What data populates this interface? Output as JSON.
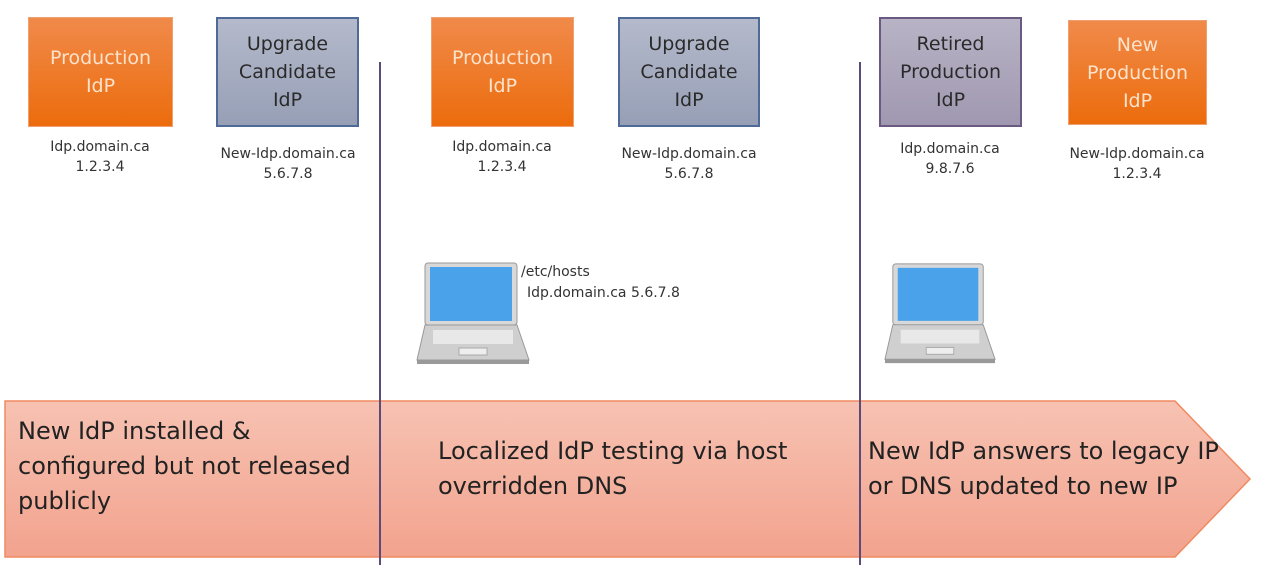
{
  "stages": [
    {
      "boxes": [
        {
          "label": "Production IdP",
          "host": "Idp.domain.ca",
          "ip": "1.2.3.4"
        },
        {
          "label": "Upgrade Candidate IdP",
          "host": "New-Idp.domain.ca",
          "ip": "5.6.7.8"
        }
      ],
      "caption": "New IdP installed & configured but not released publicly"
    },
    {
      "boxes": [
        {
          "label": "Production IdP",
          "host": "Idp.domain.ca",
          "ip": "1.2.3.4"
        },
        {
          "label": "Upgrade Candidate IdP",
          "host": "New-Idp.domain.ca",
          "ip": "5.6.7.8"
        }
      ],
      "caption": "Localized IdP testing via host overridden DNS",
      "hosts_file": "/etc/hosts",
      "hosts_entry": "Idp.domain.ca 5.6.7.8"
    },
    {
      "boxes": [
        {
          "label": "Retired Production IdP",
          "host": "Idp.domain.ca",
          "ip": "9.8.7.6"
        },
        {
          "label": "New Production IdP",
          "host": "New-Idp.domain.ca",
          "ip": "1.2.3.4"
        }
      ],
      "caption": "New IdP answers to legacy IP or DNS updated to new IP"
    }
  ],
  "colors": {
    "orange": "#ec6c0c",
    "blue_gray": "#979fb6",
    "purple_gray": "#9f98b0",
    "band": "#f5b4a3",
    "divider": "#5b4a7a"
  }
}
